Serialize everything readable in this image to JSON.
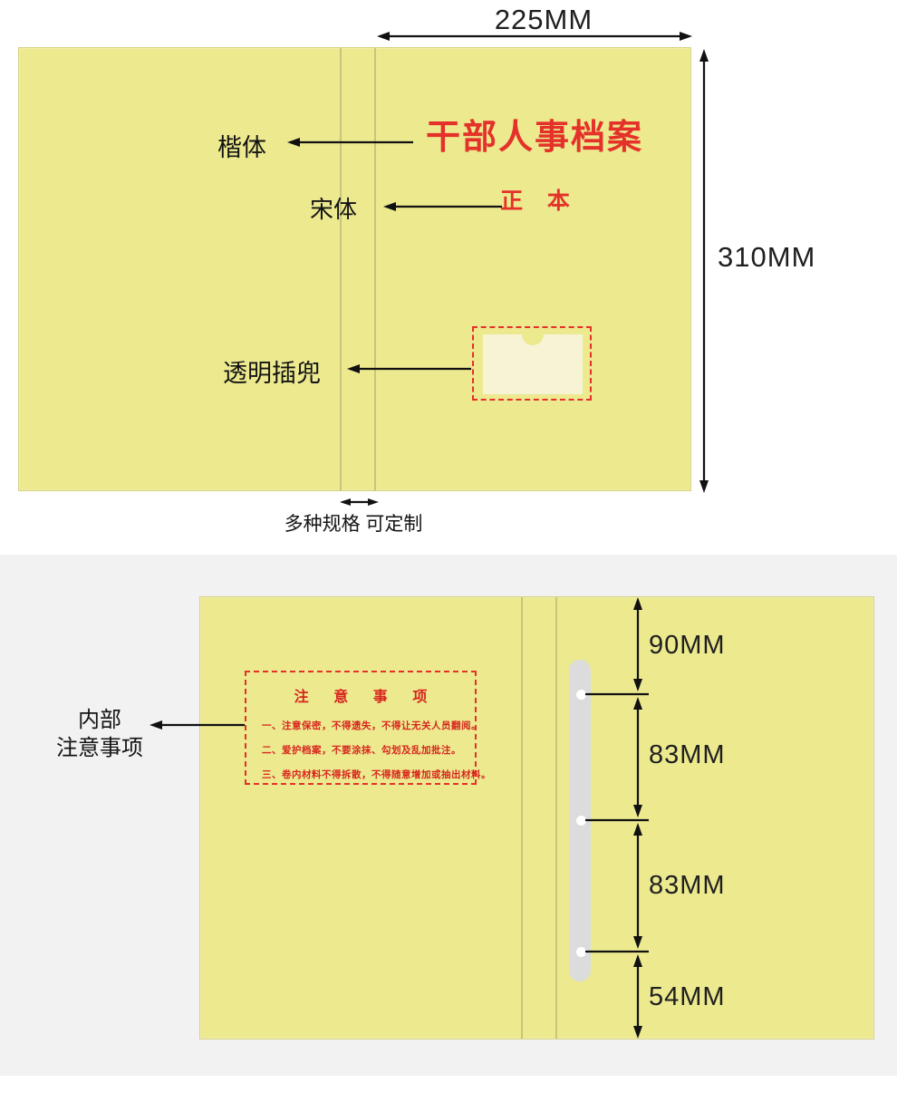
{
  "top": {
    "width_label": "225MM",
    "height_label": "310MM",
    "cover_title": "干部人事档案",
    "cover_subtitle": "正 本",
    "font_label_title": "楷体",
    "font_label_subtitle": "宋体",
    "pocket_label": "透明插兜",
    "spine_note": "多种规格 可定制"
  },
  "bottom": {
    "inner_label": {
      "line1": "内部",
      "line2": "注意事项"
    },
    "notice": {
      "title": "注 意 事 项",
      "items": [
        "一、注意保密，不得遗失，不得让无关人员翻阅。",
        "二、爱护档案，不要涂抹、勾划及乱加批注。",
        "三、卷内材料不得拆散，不得随意增加或抽出材料。"
      ]
    },
    "dims": [
      "90MM",
      "83MM",
      "83MM",
      "54MM"
    ]
  },
  "colors": {
    "folder_yellow": "#ece98f",
    "folder_border": "#d6d184",
    "fold_line": "#c9c57c",
    "red_accent": "#e4322a",
    "notice_red": "#d8261d",
    "pocket_inner": "#f7f4d6",
    "gray_bg": "#f2f2f3",
    "strip_gray": "#dcdcdc"
  }
}
